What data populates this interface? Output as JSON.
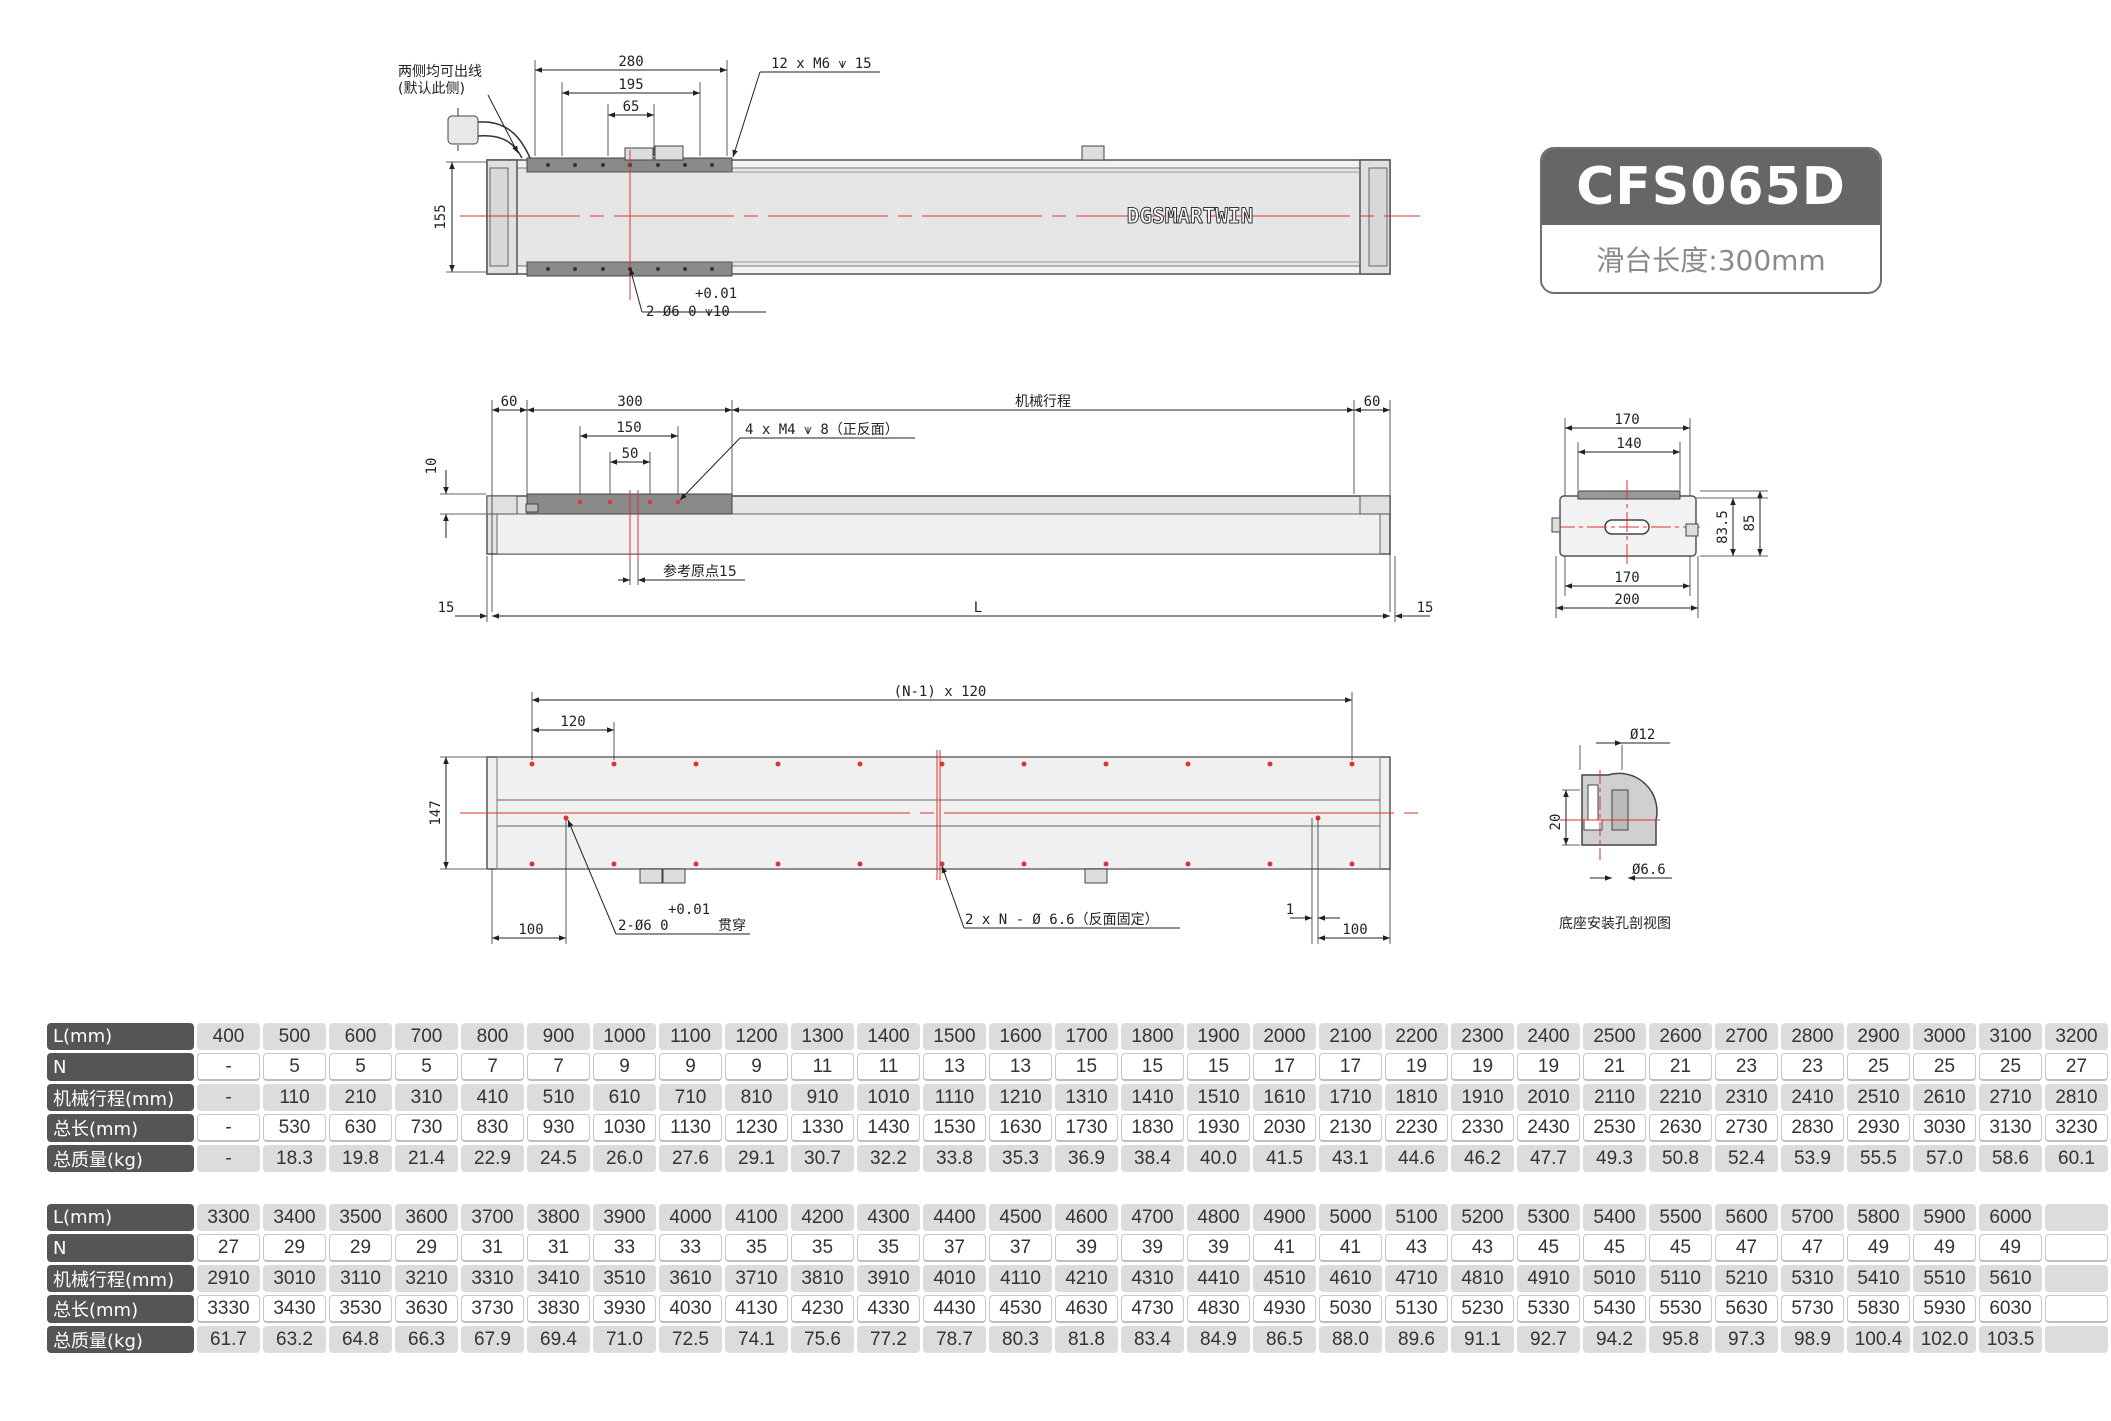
{
  "title": {
    "model": "CFS065D",
    "subtitle": "滑台长度:300mm"
  },
  "top_view": {
    "cable_note_1": "两侧均可出线",
    "cable_note_2": "(默认此侧)",
    "d280": "280",
    "d195": "195",
    "d65": "65",
    "thread": "12 x M6 ⩛ 15",
    "d155": "155",
    "brand": "DGSMARTWIN",
    "tol": "+0.01",
    "pin": "2-Ø6  0   ⩛10"
  },
  "side_view": {
    "d60_left": "60",
    "d300": "300",
    "d150": "150",
    "d50": "50",
    "stroke": "机械行程",
    "d60_right": "60",
    "thread": "4 x M4 ⩛ 8（正反面）",
    "d10": "10",
    "origin": "参考原点15",
    "d15_left": "15",
    "L": "L",
    "d15_right": "15"
  },
  "end_view": {
    "d170_top": "170",
    "d140": "140",
    "d170_bot": "170",
    "d200": "200",
    "d83_5": "83.5",
    "d85": "85"
  },
  "bottom_view": {
    "pitch": "(N-1) x 120",
    "d120": "120",
    "d147": "147",
    "tol": "+0.01",
    "pin": "2-Ø6  0",
    "through": "贯穿",
    "d100_left": "100",
    "holes": "2 x N - Ø 6.6（反面固定）",
    "d1": "1",
    "d100_right": "100"
  },
  "section_view": {
    "d12": "Ø12",
    "d20": "20",
    "d6_6": "Ø6.6",
    "caption": "底座安装孔剖视图"
  },
  "tables": [
    {
      "rows": [
        {
          "label": "L(mm)",
          "values": [
            "400",
            "500",
            "600",
            "700",
            "800",
            "900",
            "1000",
            "1100",
            "1200",
            "1300",
            "1400",
            "1500",
            "1600",
            "1700",
            "1800",
            "1900",
            "2000",
            "2100",
            "2200",
            "2300",
            "2400",
            "2500",
            "2600",
            "2700",
            "2800",
            "2900",
            "3000",
            "3100",
            "3200"
          ]
        },
        {
          "label": "N",
          "values": [
            "-",
            "5",
            "5",
            "5",
            "7",
            "7",
            "9",
            "9",
            "9",
            "11",
            "11",
            "13",
            "13",
            "15",
            "15",
            "15",
            "17",
            "17",
            "19",
            "19",
            "19",
            "21",
            "21",
            "23",
            "23",
            "25",
            "25",
            "25",
            "27"
          ]
        },
        {
          "label": "机械行程(mm)",
          "values": [
            "-",
            "110",
            "210",
            "310",
            "410",
            "510",
            "610",
            "710",
            "810",
            "910",
            "1010",
            "1110",
            "1210",
            "1310",
            "1410",
            "1510",
            "1610",
            "1710",
            "1810",
            "1910",
            "2010",
            "2110",
            "2210",
            "2310",
            "2410",
            "2510",
            "2610",
            "2710",
            "2810"
          ]
        },
        {
          "label": "总长(mm)",
          "values": [
            "-",
            "530",
            "630",
            "730",
            "830",
            "930",
            "1030",
            "1130",
            "1230",
            "1330",
            "1430",
            "1530",
            "1630",
            "1730",
            "1830",
            "1930",
            "2030",
            "2130",
            "2230",
            "2330",
            "2430",
            "2530",
            "2630",
            "2730",
            "2830",
            "2930",
            "3030",
            "3130",
            "3230"
          ]
        },
        {
          "label": "总质量(kg)",
          "values": [
            "-",
            "18.3",
            "19.8",
            "21.4",
            "22.9",
            "24.5",
            "26.0",
            "27.6",
            "29.1",
            "30.7",
            "32.2",
            "33.8",
            "35.3",
            "36.9",
            "38.4",
            "40.0",
            "41.5",
            "43.1",
            "44.6",
            "46.2",
            "47.7",
            "49.3",
            "50.8",
            "52.4",
            "53.9",
            "55.5",
            "57.0",
            "58.6",
            "60.1"
          ]
        }
      ]
    },
    {
      "rows": [
        {
          "label": "L(mm)",
          "values": [
            "3300",
            "3400",
            "3500",
            "3600",
            "3700",
            "3800",
            "3900",
            "4000",
            "4100",
            "4200",
            "4300",
            "4400",
            "4500",
            "4600",
            "4700",
            "4800",
            "4900",
            "5000",
            "5100",
            "5200",
            "5300",
            "5400",
            "5500",
            "5600",
            "5700",
            "5800",
            "5900",
            "6000",
            ""
          ]
        },
        {
          "label": "N",
          "values": [
            "27",
            "29",
            "29",
            "29",
            "31",
            "31",
            "33",
            "33",
            "35",
            "35",
            "35",
            "37",
            "37",
            "39",
            "39",
            "39",
            "41",
            "41",
            "43",
            "43",
            "45",
            "45",
            "45",
            "47",
            "47",
            "49",
            "49",
            "49",
            ""
          ]
        },
        {
          "label": "机械行程(mm)",
          "values": [
            "2910",
            "3010",
            "3110",
            "3210",
            "3310",
            "3410",
            "3510",
            "3610",
            "3710",
            "3810",
            "3910",
            "4010",
            "4110",
            "4210",
            "4310",
            "4410",
            "4510",
            "4610",
            "4710",
            "4810",
            "4910",
            "5010",
            "5110",
            "5210",
            "5310",
            "5410",
            "5510",
            "5610",
            ""
          ]
        },
        {
          "label": "总长(mm)",
          "values": [
            "3330",
            "3430",
            "3530",
            "3630",
            "3730",
            "3830",
            "3930",
            "4030",
            "4130",
            "4230",
            "4330",
            "4430",
            "4530",
            "4630",
            "4730",
            "4830",
            "4930",
            "5030",
            "5130",
            "5230",
            "5330",
            "5430",
            "5530",
            "5630",
            "5730",
            "5830",
            "5930",
            "6030",
            ""
          ]
        },
        {
          "label": "总质量(kg)",
          "values": [
            "61.7",
            "63.2",
            "64.8",
            "66.3",
            "67.9",
            "69.4",
            "71.0",
            "72.5",
            "74.1",
            "75.6",
            "77.2",
            "78.7",
            "80.3",
            "81.8",
            "83.4",
            "84.9",
            "86.5",
            "88.0",
            "89.6",
            "91.1",
            "92.7",
            "94.2",
            "95.8",
            "97.3",
            "98.9",
            "100.4",
            "102.0",
            "103.5",
            ""
          ]
        }
      ]
    }
  ]
}
